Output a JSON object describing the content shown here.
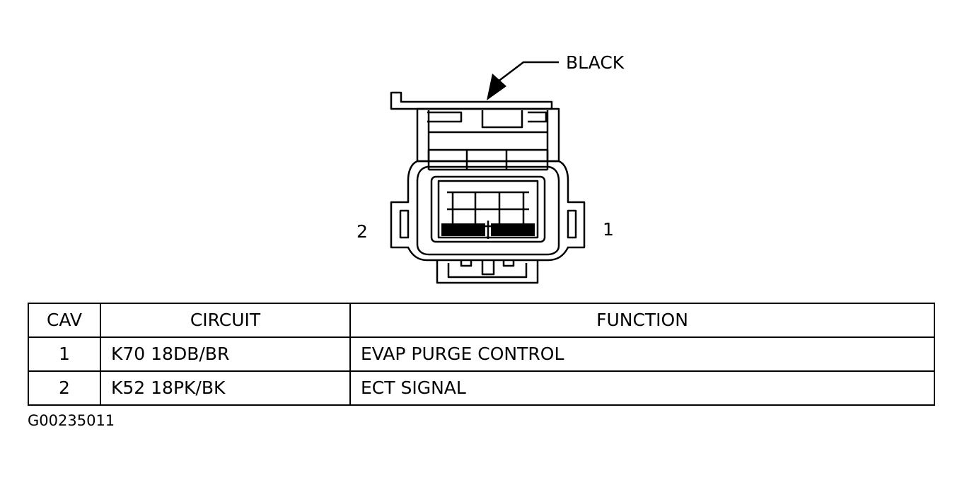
{
  "diagram": {
    "color_label": "BLACK",
    "cavity_left_label": "2",
    "cavity_right_label": "1"
  },
  "table": {
    "headers": {
      "cav": "CAV",
      "circuit": "CIRCUIT",
      "function": "FUNCTION"
    },
    "rows": [
      {
        "cav": "1",
        "circuit": "K70 18DB/BR",
        "function": "EVAP PURGE CONTROL"
      },
      {
        "cav": "2",
        "circuit": "K52 18PK/BK",
        "function": "ECT SIGNAL"
      }
    ]
  },
  "figure_id": "G00235011"
}
